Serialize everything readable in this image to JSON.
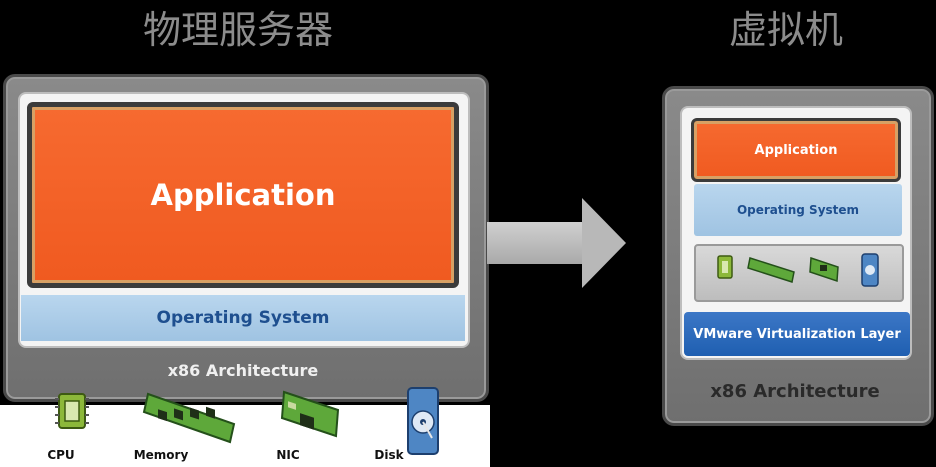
{
  "titles": {
    "physical": "物理服务器",
    "virtual": "虚拟机"
  },
  "physical_server": {
    "application": "Application",
    "operating_system": "Operating System",
    "architecture": "x86 Architecture",
    "hardware": [
      {
        "label": "CPU",
        "icon": "cpu-icon"
      },
      {
        "label": "Memory",
        "icon": "memory-icon"
      },
      {
        "label": "NIC",
        "icon": "nic-icon"
      },
      {
        "label": "Disk",
        "icon": "disk-icon"
      }
    ]
  },
  "virtual_machine": {
    "application": "Application",
    "operating_system": "Operating System",
    "virtualization_layer": "VMware Virtualization Layer",
    "architecture": "x86 Architecture",
    "hardware_icons": [
      "cpu-icon",
      "memory-icon",
      "nic-icon",
      "disk-icon"
    ]
  },
  "colors": {
    "application": "#f3642a",
    "operating_system": "#a8c9e6",
    "virtualization_layer": "#2a66b8",
    "case": "#7a7a7a",
    "title": "#8c8c8c"
  }
}
